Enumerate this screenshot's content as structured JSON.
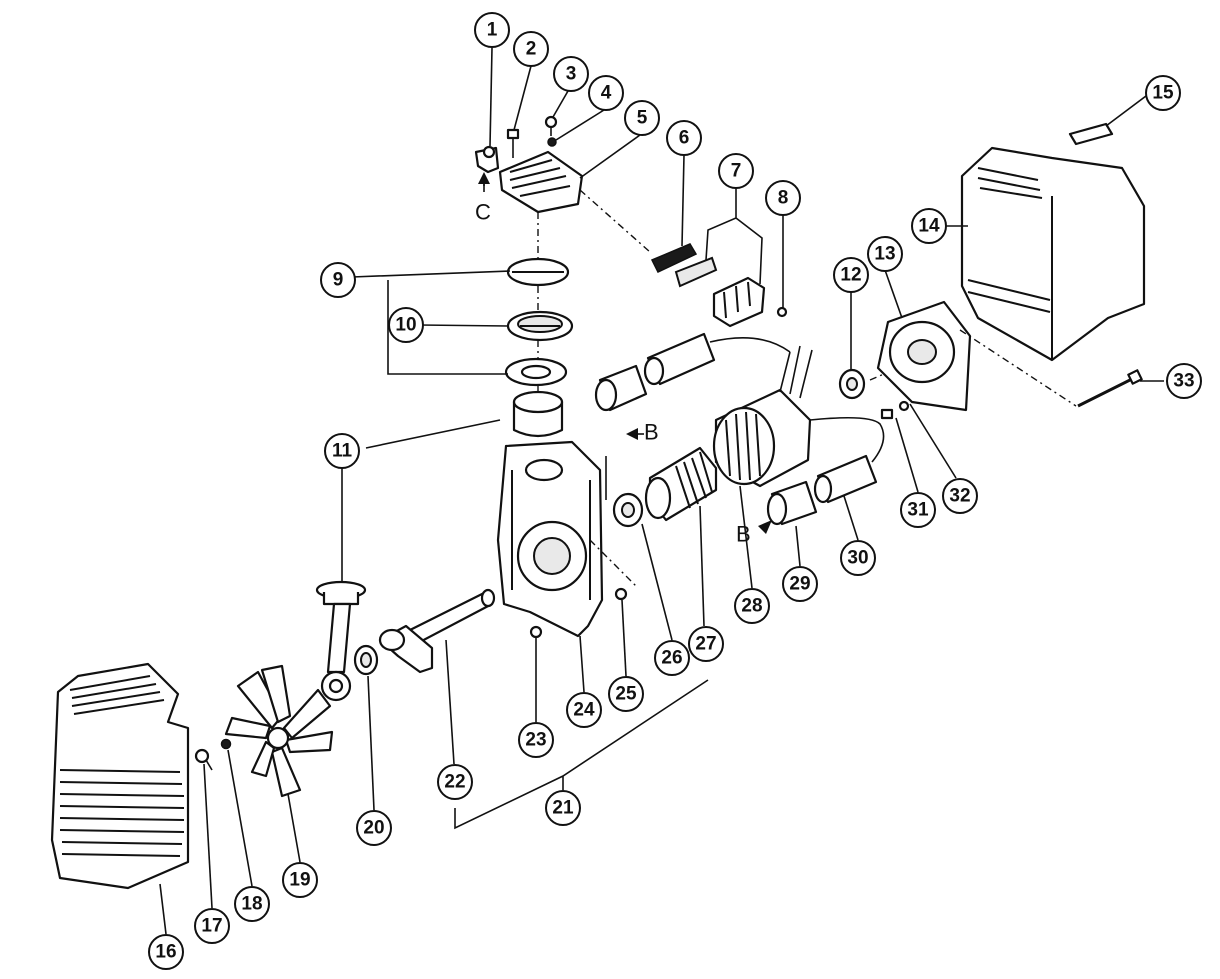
{
  "callouts": [
    "1",
    "2",
    "3",
    "4",
    "5",
    "6",
    "7",
    "8",
    "9",
    "10",
    "11",
    "12",
    "13",
    "14",
    "15",
    "16",
    "17",
    "18",
    "19",
    "20",
    "21",
    "22",
    "23",
    "24",
    "25",
    "26",
    "27",
    "28",
    "29",
    "30",
    "31",
    "32",
    "33"
  ],
  "markers": {
    "c": "C",
    "b_upper": "B",
    "b_lower": "B"
  },
  "colors": {
    "ink": "#111111",
    "paper": "#ffffff"
  }
}
